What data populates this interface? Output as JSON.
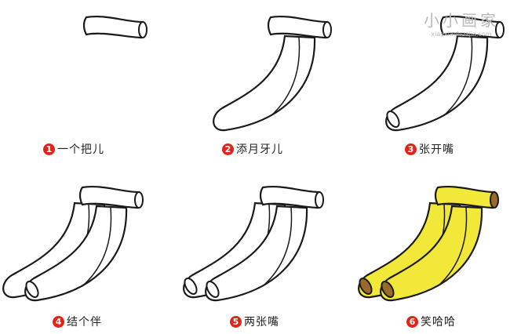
{
  "watermark": {
    "title": "小小画家",
    "url": "xiaoxiaohuajia.com"
  },
  "colors": {
    "accent": "#e2231a",
    "banana": "#f2e83a",
    "stem_end": "#9a6a2a",
    "outline": "#1a1a1a"
  },
  "steps": [
    {
      "num": "1",
      "label": "一个把儿"
    },
    {
      "num": "2",
      "label": "添月牙儿"
    },
    {
      "num": "3",
      "label": "张开嘴"
    },
    {
      "num": "4",
      "label": "结个伴"
    },
    {
      "num": "5",
      "label": "两张嘴"
    },
    {
      "num": "6",
      "label": "笑哈哈"
    }
  ]
}
